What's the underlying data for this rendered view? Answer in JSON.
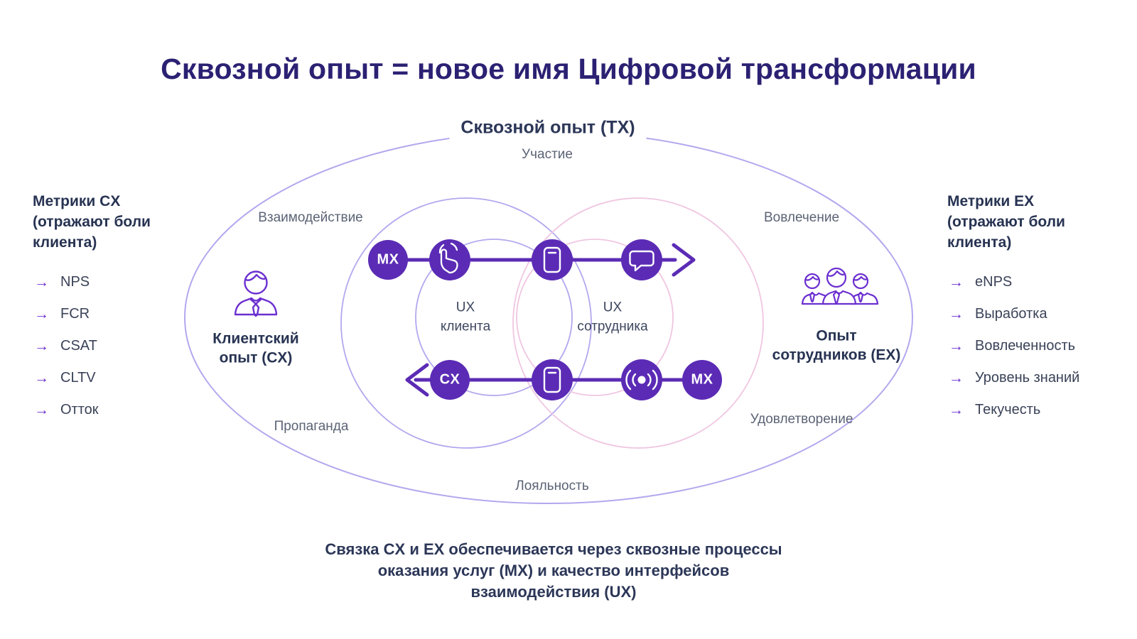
{
  "title": "Сквозной опыт = новое имя Цифровой трансформации",
  "colors": {
    "title_indigo": "#2b2173",
    "text_navy": "#2c3758",
    "label_gray": "#5b6375",
    "node_purple": "#5b2bb5",
    "venn_purple_stroke": "#b3a8ee",
    "venn_pink_stroke": "#f0c6e1",
    "bullet_purple": "#6b2fd0",
    "background": "#ffffff"
  },
  "venn": {
    "outer_label": "Сквозной опыт (TX)",
    "ring_labels": {
      "top": "Участие",
      "top_left": "Взаимодействие",
      "top_right": "Вовлечение",
      "bottom_left": "Пропаганда",
      "bottom_right": "Удовлетворение",
      "bottom": "Лояльность"
    },
    "inner_left_label": "UX\nклиента",
    "inner_right_label": "UX\nсотрудника"
  },
  "actors": {
    "customer": {
      "icon": "person-icon",
      "label": "Клиентский\nопыт (CX)"
    },
    "employees": {
      "icon": "people-icon",
      "label": "Опыт\nсотрудников (EX)"
    }
  },
  "metrics_cx": {
    "heading": "Метрики CX\n(отражают боли\nклиента)",
    "bullet": "→",
    "items": [
      "NPS",
      "FCR",
      "CSAT",
      "CLTV",
      "Отток"
    ]
  },
  "metrics_ex": {
    "heading": "Метрики EX\n(отражают боли\nклиента)",
    "bullet": "→",
    "items": [
      "eNPS",
      "Выработка",
      "Вовлеченность",
      "Уровень знаний",
      "Текучесть"
    ]
  },
  "flow_top": {
    "start_label": "MX",
    "icons": [
      "tap-icon",
      "smartphone-icon",
      "chat-icon"
    ],
    "direction": "right"
  },
  "flow_bottom": {
    "start_label": "CX",
    "icons": [
      "smartphone-icon",
      "broadcast-icon"
    ],
    "end_label": "MX",
    "direction": "left"
  },
  "footnote": "Связка CX и EX обеспечивается через сквозные процессы\nоказания услуг (MX) и качество интерфейсов\nвзаимодействия (UX)"
}
